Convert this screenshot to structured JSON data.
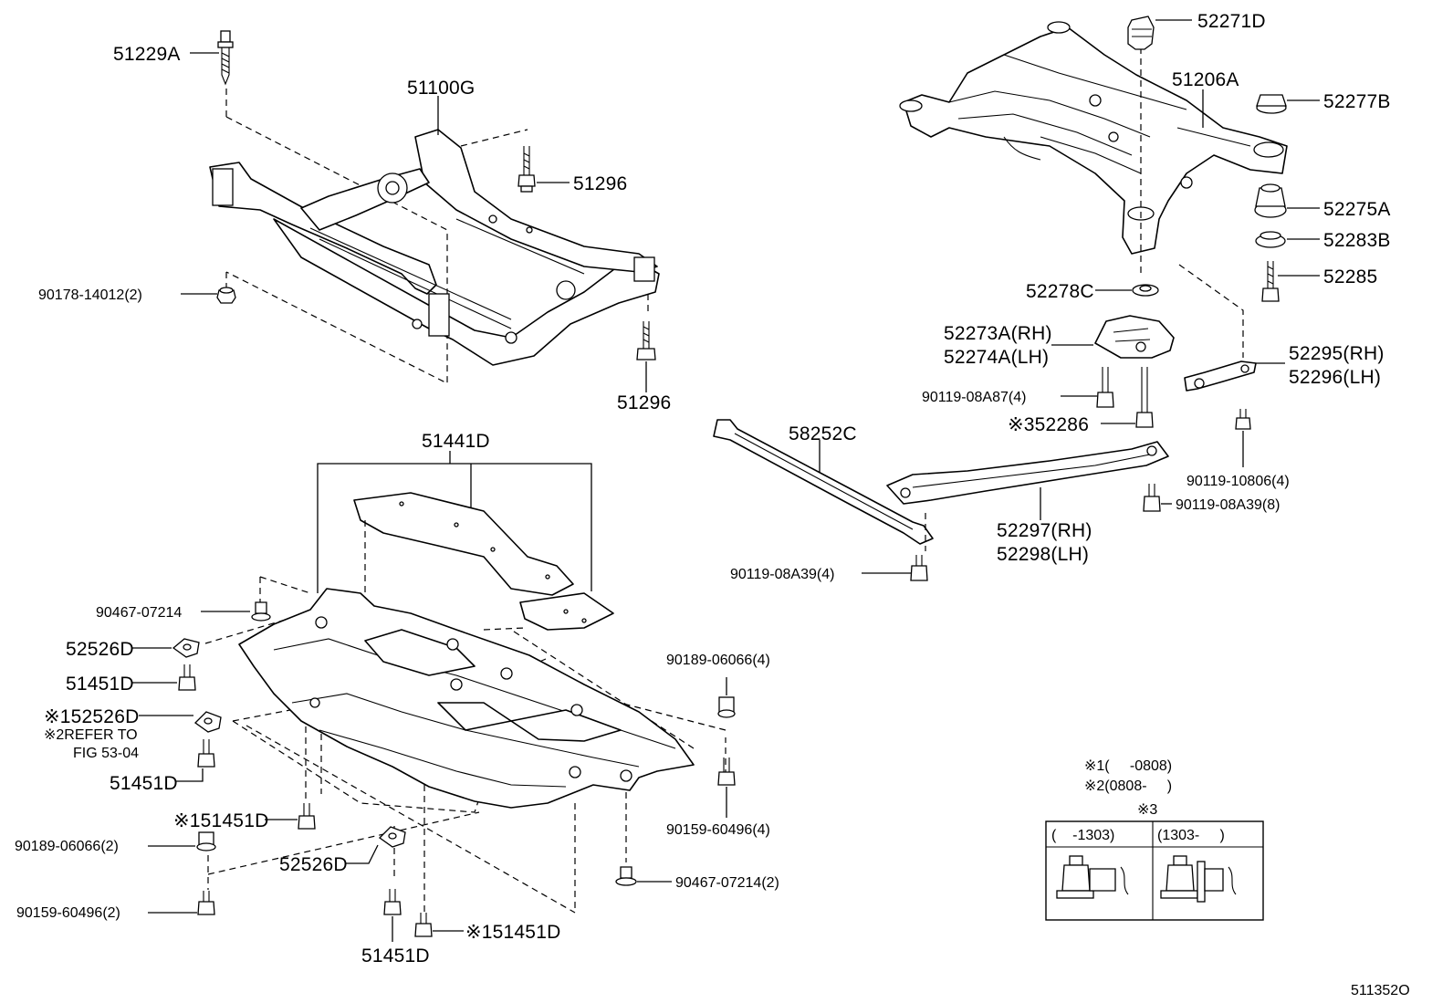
{
  "labels": {
    "p51229A": "51229A",
    "p51100G": "51100G",
    "p51296a": "51296",
    "p51296b": "51296",
    "p90178": "90178-14012(2)",
    "p51441D": "51441D",
    "p90467a": "90467-07214",
    "p52526Da": "52526D",
    "p51451Da": "51451D",
    "p52526Db": "※152526D",
    "refer1": "※2REFER TO",
    "refer2": "FIG 53-04",
    "p51451Db": "51451D",
    "p51451Dc": "※151451D",
    "p90189a": "90189-06066(2)",
    "p52526Dc": "52526D",
    "p90159a": "90159-60496(2)",
    "p51451Dd": "51451D",
    "p51451De": "※151451D",
    "p90189b": "90189-06066(4)",
    "p90159b": "90159-60496(4)",
    "p90467b": "90467-07214(2)",
    "p52271D": "52271D",
    "p51206A": "51206A",
    "p52277B": "52277B",
    "p52275A": "52275A",
    "p52283B": "52283B",
    "p52285": "52285",
    "p52278C": "52278C",
    "p52273A": "52273A(RH)",
    "p52274A": "52274A(LH)",
    "p52295": "52295(RH)",
    "p52296": "52296(LH)",
    "p90119a": "90119-08A87(4)",
    "p52286": "※352286",
    "p58252C": "58252C",
    "p90119b": "90119-10806(4)",
    "p90119c": "90119-08A39(8)",
    "p52297": "52297(RH)",
    "p52298": "52298(LH)",
    "p90119d": "90119-08A39(4)"
  },
  "legend": {
    "note1": "※1(     -0808)",
    "note2": "※2(0808-     )",
    "note3": "※3",
    "col1": "(    -1303)",
    "col2": "(1303-     )"
  },
  "figure_id": "511352O"
}
